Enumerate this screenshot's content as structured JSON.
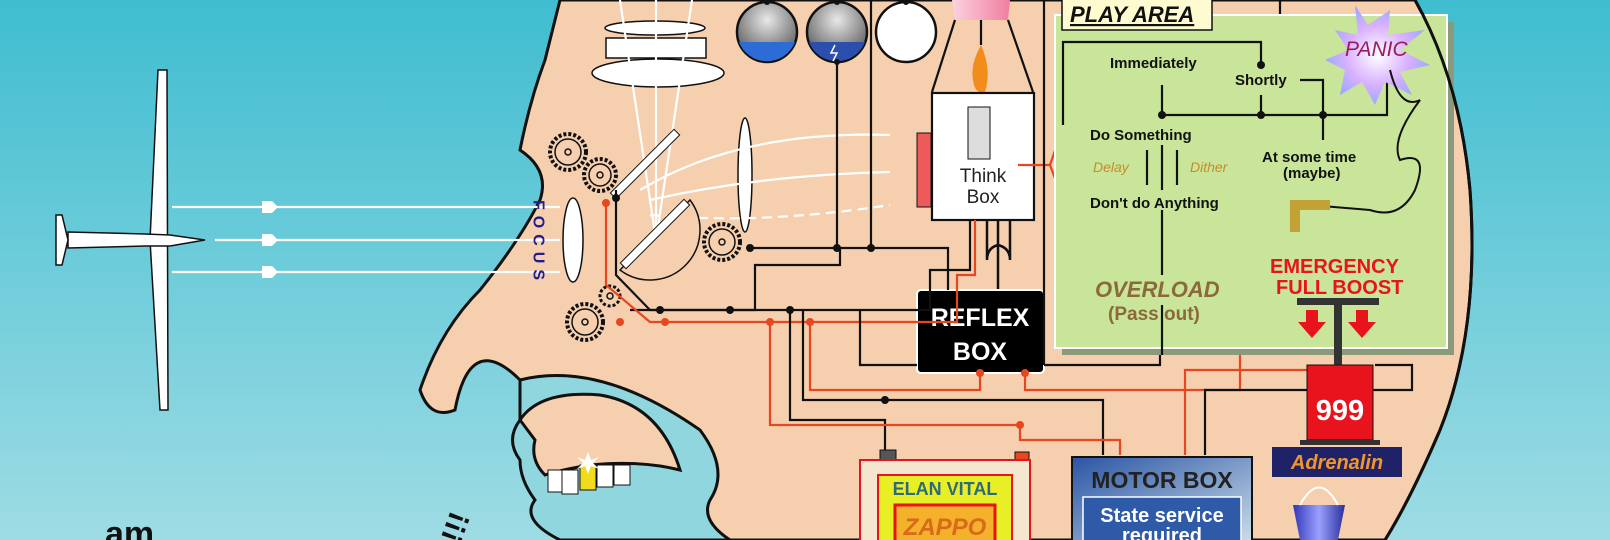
{
  "title": "Pilot brain machine cartoon",
  "colors": {
    "sky_top": "#3fbdd0",
    "sky_bottom": "#9adbe3",
    "skin": "#f5cfae",
    "play_area": "#c9e59a",
    "wire_black": "#111111",
    "wire_red": "#e8461e",
    "emergency_red": "#e8131c",
    "overload_brown": "#8a6a3a",
    "focus_blue": "#1e1e8c",
    "motor_box_blue": "#2e5aa8",
    "elan_vital_yellow": "#e9ef25",
    "adrenalin_navy": "#1f2266",
    "adrenalin_orange": "#f2962b"
  },
  "scene": {
    "glider": {
      "icon": "glider-icon"
    },
    "focus_label": "FOCUS",
    "weather_gauges": [
      {
        "icon": "rain-cloud-icon"
      },
      {
        "icon": "thunderstorm-icon"
      },
      {
        "icon": "clear-gauge-icon"
      }
    ],
    "think_box": {
      "line1": "Think",
      "line2": "Box",
      "icon": "candle-icon"
    },
    "reflex_box": {
      "line1": "REFLEX",
      "line2": "BOX"
    },
    "play_area": {
      "title": "PLAY AREA",
      "nodes": {
        "immediately": "Immediately",
        "shortly": "Shortly",
        "do_something": "Do Something",
        "delay": "Delay",
        "dither": "Dither",
        "dont_do_anything": "Don't do Anything",
        "at_some_time_1": "At some time",
        "at_some_time_2": "(maybe)",
        "overload_1": "OVERLOAD",
        "overload_2": "(Pass out)",
        "panic": "PANIC",
        "emergency_1": "EMERGENCY",
        "emergency_2": "FULL BOOST"
      }
    },
    "pump": {
      "number": "999",
      "label": "Adrenalin",
      "icon": "bucket-icon"
    },
    "battery": {
      "brand": "ELAN VITAL",
      "product": "ZAPPO"
    },
    "motor_box": {
      "title": "MOTOR BOX",
      "status_1": "State service",
      "status_2": "required"
    },
    "speech_fragment_left": "am",
    "speech_fragment_right": "!!!"
  }
}
